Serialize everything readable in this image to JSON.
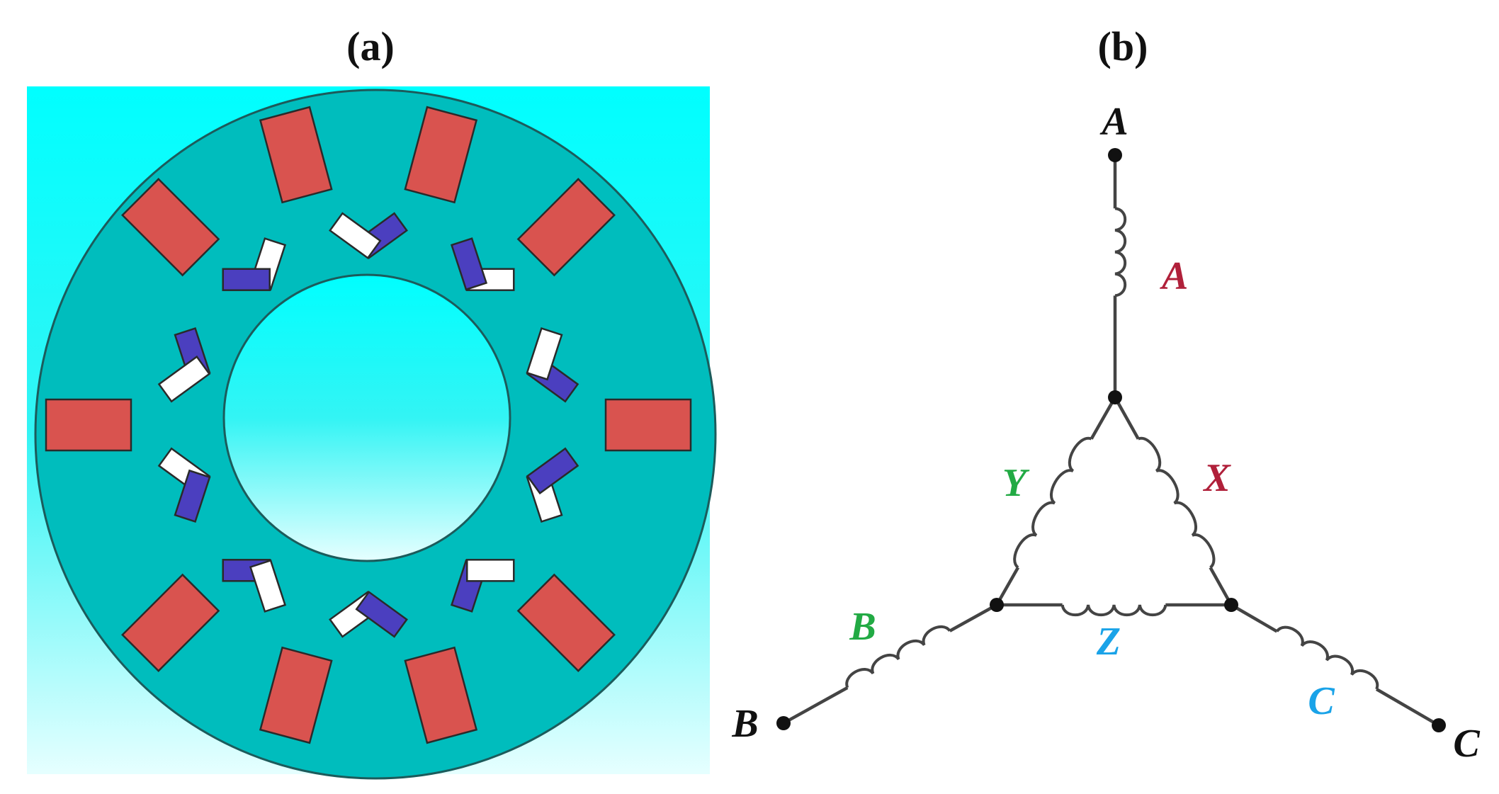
{
  "panels": {
    "a": {
      "label": "(a)"
    },
    "b": {
      "label": "(b)"
    }
  },
  "colors": {
    "background_top": "#00ffff",
    "background_bottom": "#e6ffff",
    "core": "#00bdbd",
    "core_edge": "#1c5b5b",
    "red_magnet": "#d9534f",
    "blue_magnet": "#4b3fbf",
    "white_magnet": "#ffffff",
    "wire": "#444444",
    "phase_a": "#b0203a",
    "phase_b": "#22aa44",
    "phase_c": "#1aa3e8"
  },
  "diagram_b": {
    "terminals": {
      "A": "A",
      "B": "B",
      "C": "C"
    },
    "coils": {
      "A": "A",
      "B": "B",
      "C": "C",
      "X": "X",
      "Y": "Y",
      "Z": "Z"
    }
  }
}
